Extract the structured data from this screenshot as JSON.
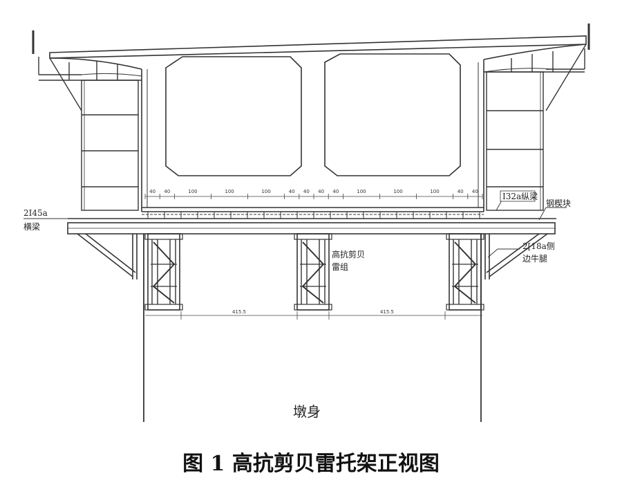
{
  "labels": {
    "crossbeam_name": "2I45a",
    "crossbeam_desc": "横梁",
    "longitudinal_beam": "I32a纵梁",
    "steel_wedge": "钢楔块",
    "bailey_line1": "高抗剪贝",
    "bailey_line2": "雷组",
    "bracket_line1": "2[18a侧",
    "bracket_line2": "边牛腿",
    "pier_body": "墩身"
  },
  "dimensions": {
    "top_spacings": [
      "40",
      "40",
      "100",
      "100",
      "100",
      "40",
      "40",
      "40",
      "40",
      "100",
      "100",
      "100",
      "40",
      "40"
    ],
    "bottom_spans": [
      "415.5",
      "415.5"
    ]
  },
  "caption": "图 1  高抗剪贝雷托架正视图"
}
